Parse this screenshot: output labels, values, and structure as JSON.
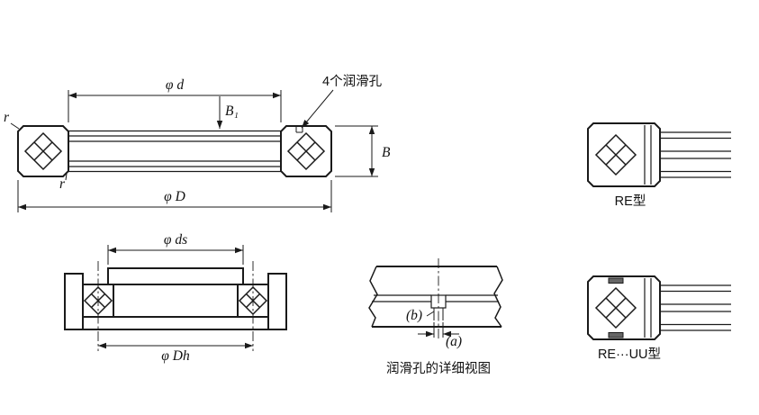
{
  "main_view": {
    "phi_d": "φ d",
    "b1": "B₁",
    "lube_holes": "4个润滑孔",
    "r_top": "r",
    "r_bottom": "r",
    "b": "B",
    "phi_D": "φ D"
  },
  "mounting_view": {
    "phi_ds": "φ ds",
    "phi_dh": "φ Dh"
  },
  "detail_view": {
    "a": "(a)",
    "b": "(b)",
    "caption": "润滑孔的详细视图"
  },
  "type_views": {
    "re": "RE型",
    "re_uu": "RE···UU型"
  },
  "colors": {
    "line": "#1a1a1a",
    "background": "#ffffff"
  }
}
